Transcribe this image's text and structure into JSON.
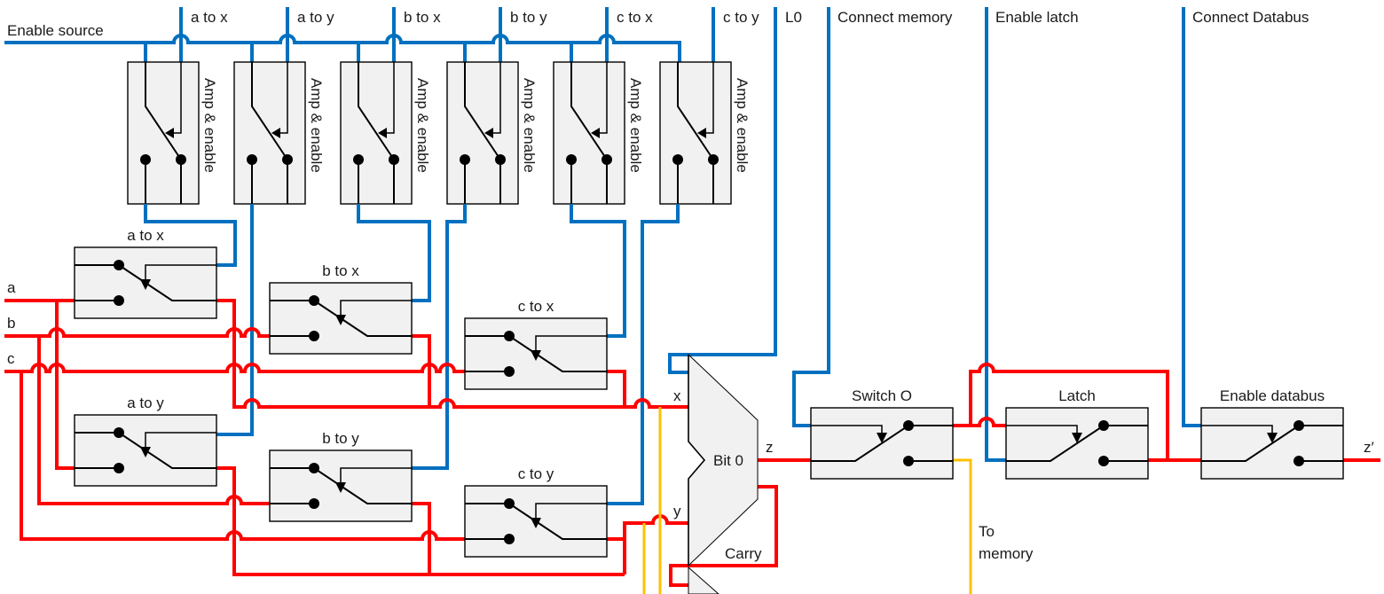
{
  "control_lines": {
    "enable_source": "Enable source",
    "selectors": [
      "a to x",
      "a to y",
      "b to x",
      "b to y",
      "c to x",
      "c to y"
    ],
    "l0": "L0",
    "connect_memory": "Connect memory",
    "enable_latch": "Enable latch",
    "connect_databus": "Connect Databus"
  },
  "amp_label": "Amp & enable",
  "inputs": [
    "a",
    "b",
    "c"
  ],
  "switches": {
    "a_to_x": "a to x",
    "b_to_x": "b to x",
    "c_to_x": "c to x",
    "a_to_y": "a to y",
    "b_to_y": "b to y",
    "c_to_y": "c to y",
    "switch_o": "Switch O",
    "latch": "Latch",
    "enable_databus": "Enable databus"
  },
  "alu": {
    "label": "Bit 0",
    "x": "x",
    "y": "y",
    "z": "z",
    "carry": "Carry"
  },
  "to_memory": [
    "To",
    "memory"
  ],
  "output": "z′",
  "colors": {
    "control": "#0070c0",
    "data": "#ff0000",
    "memory": "#ffc000",
    "box_fill": "#f1f1f1"
  }
}
